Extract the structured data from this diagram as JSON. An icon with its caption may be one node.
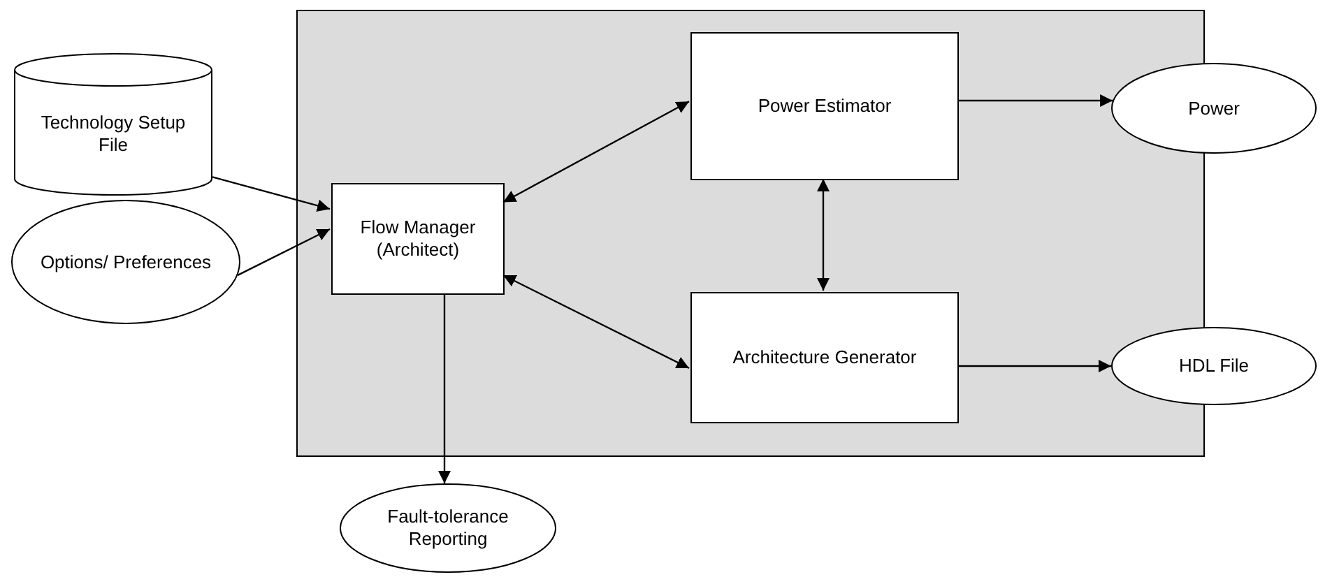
{
  "diagram": {
    "nodes": [
      {
        "text": [],
        "shape": "box"
      },
      {
        "text": [
          "Technology Setup File"
        ]
      },
      {
        "text": [
          "Options/ Preferences"
        ]
      },
      {
        "text": [
          "Flow Manager (Architect)"
        ],
        "in": 0
      },
      {
        "text": [
          "Power Estimator"
        ],
        "in": 0
      },
      {
        "text": [
          "Architecture Generator"
        ],
        "in": 0
      },
      {
        "text": [
          "Power"
        ]
      },
      {
        "text": [
          "HDL File"
        ]
      },
      {
        "text": [
          "Fault-tolerance Reporting"
        ]
      }
    ],
    "edges": [
      {
        "from": 1,
        "to": 3,
        "arrow": "to"
      },
      {
        "from": 2,
        "to": 3,
        "arrow": "to"
      },
      {
        "from": 3,
        "to": 4,
        "arrow": "both"
      },
      {
        "from": 3,
        "to": 5,
        "arrow": "both"
      },
      {
        "from": 4,
        "to": 5,
        "arrow": "both"
      },
      {
        "from": 4,
        "to": 6,
        "arrow": "to"
      },
      {
        "from": 5,
        "to": 7,
        "arrow": "to"
      },
      {
        "from": 3,
        "to": 8,
        "arrow": "to"
      }
    ]
  }
}
